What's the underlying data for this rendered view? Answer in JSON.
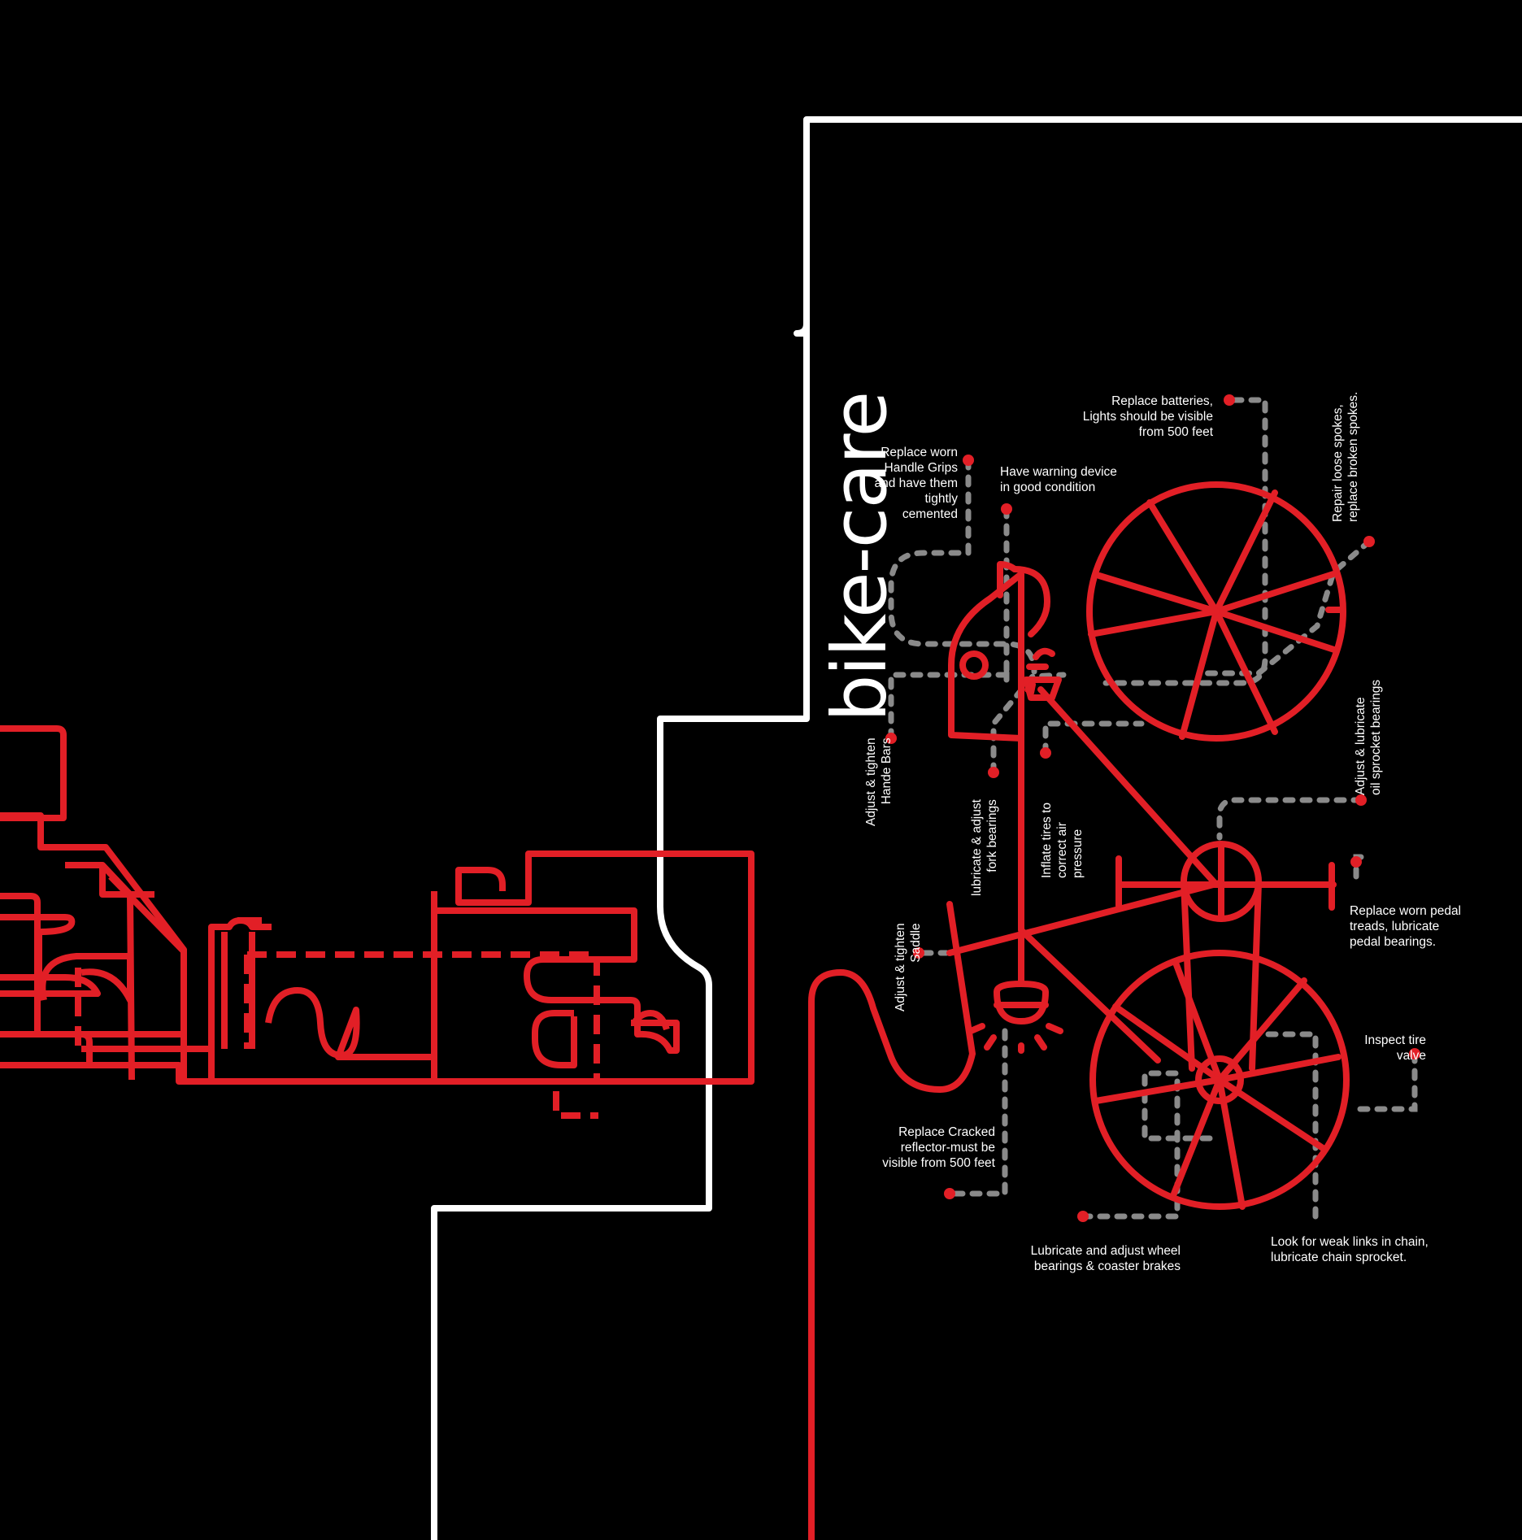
{
  "title": "bike-care",
  "colors": {
    "background": "#000000",
    "accent": "#e21f26",
    "line": "#ffffff",
    "dotted": "#8a8a8a"
  },
  "labels": {
    "batteries": "Replace batteries,\nLights should be visible\nfrom 500 feet",
    "handle_grips": "Replace worn\nHandle Grips\nand have them\ntightly\ncemented",
    "warning_device": "Have warning device\nin good condition",
    "spokes": "Repair loose spokes,\nreplace broken spokes.",
    "handle_bars": "Adjust & tighten\nHande Bars",
    "fork_bearings": "lubricate & adjust\nfork bearings",
    "tires": "Inflate tires to\ncorrect air\npressure",
    "sprocket_bearings": "Adjust & lubricate\noil sprocket bearings",
    "saddle": "Adjust & tighten\nSaddle",
    "pedal_treads": "Replace worn pedal\ntreads, lubricate\npedal bearings.",
    "tire_valve": "Inspect tire\nvalve",
    "reflector": "Replace Cracked\nreflector-must be\nvisible from 500 feet",
    "wheel_bearings": "Lubricate and adjust wheel\nbearings & coaster brakes",
    "chain": "Look for weak links in chain,\nlubricate chain sprocket."
  }
}
